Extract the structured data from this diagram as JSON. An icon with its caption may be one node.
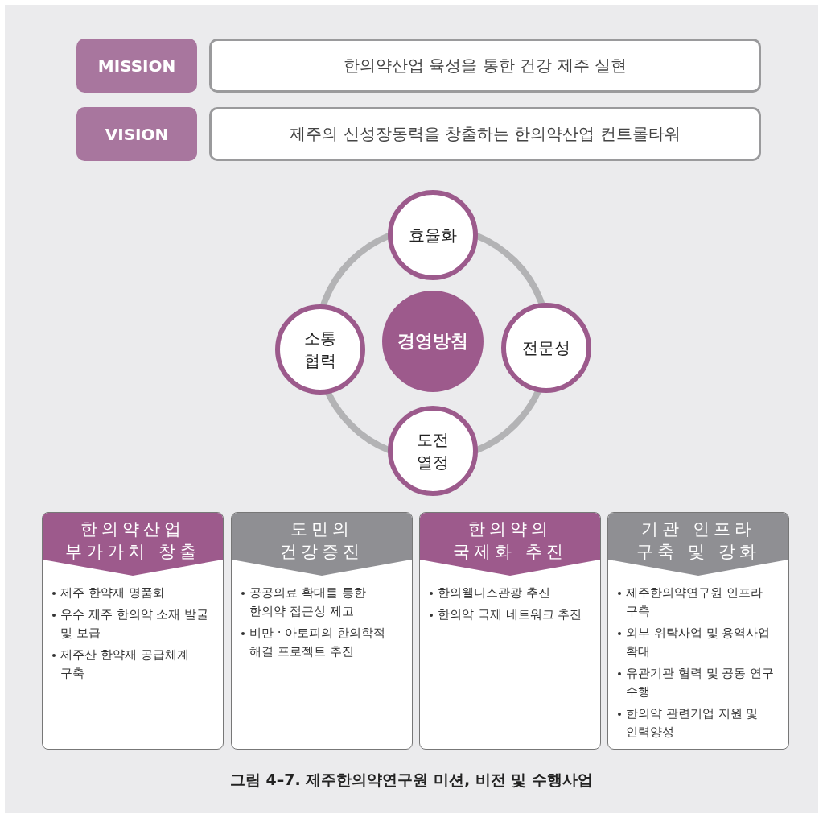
{
  "diagram": {
    "caption": "그림 4–7. 제주한의약연구원 미션, 비전 및 수행사업",
    "nodes": [
      {
        "text": [
          "MISSION"
        ]
      },
      {
        "text": [
          "한의약산업 육성을 통한 건강 제주 실현"
        ]
      },
      {
        "text": [
          "VISION"
        ]
      },
      {
        "text": [
          "제주의 신성장동력을 창출하는 한의약산업 컨트롤타워"
        ]
      },
      {
        "text": [
          "효율화"
        ]
      },
      {
        "text": [
          "소통 협력"
        ]
      },
      {
        "text": [
          "경영방침"
        ]
      },
      {
        "text": [
          "전문성"
        ]
      },
      {
        "text": [
          "도전 열정"
        ]
      },
      {
        "text": [
          "한의약산업 부가가치 창출",
          "제주 한약재 명품화",
          "우수 제주 한의약 소재 발굴 및 보급",
          "제주산 한약재 공급체계 구축"
        ]
      },
      {
        "text": [
          "도민의 건강증진",
          "공공의료 확대를 통한 한의약 접근성 제고",
          "비만 · 아토피의 한의학적 해결 프로젝트 추진"
        ]
      },
      {
        "text": [
          "한의약의 국제화 추진",
          "한의웰니스관광 추진",
          "한의약 국제 네트워크 추진"
        ]
      },
      {
        "text": [
          "기관 인프라 구축 및 강화",
          "제주한의약연구원 인프라 구축",
          "외부 위탁사업 및 용역사업 확대",
          "유관기관 협력 및 공동 연구 수행",
          "한의약 관련기업 지원 및 인력양성"
        ]
      }
    ],
    "edges": []
  }
}
